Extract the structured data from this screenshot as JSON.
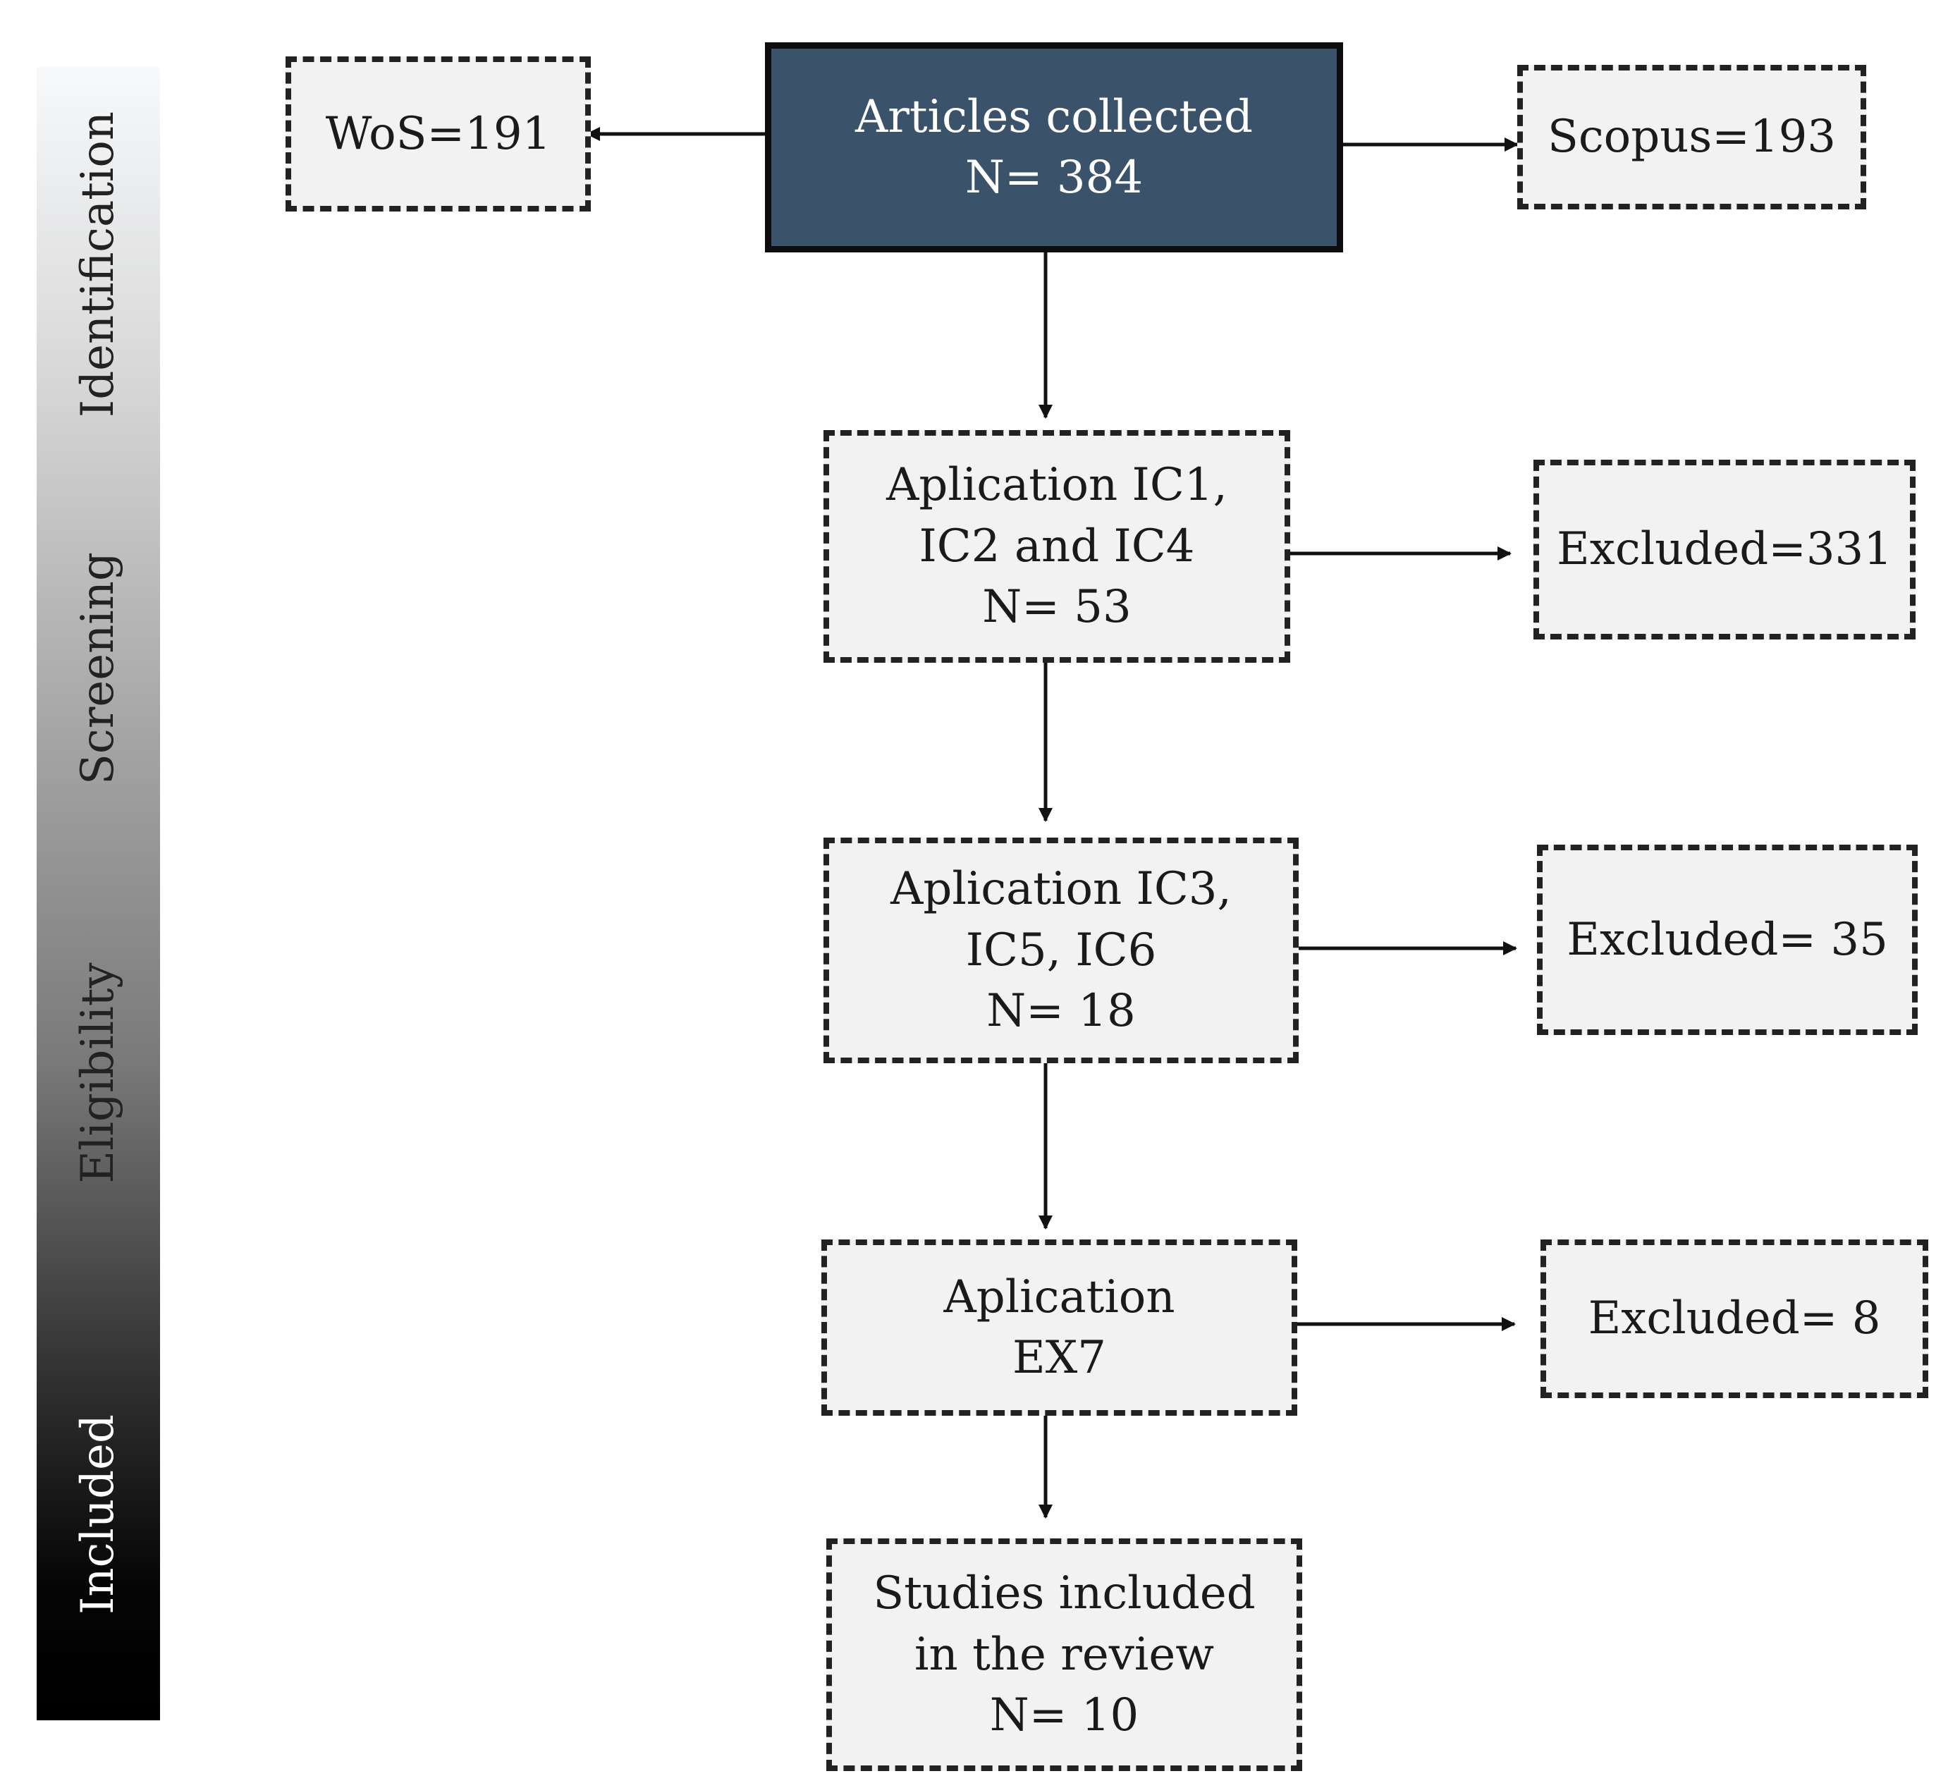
{
  "stages": [
    {
      "label": "Identification"
    },
    {
      "label": "Screening"
    },
    {
      "label": "Eligibility"
    },
    {
      "label": "Included"
    }
  ],
  "boxes": {
    "wos": {
      "lines": [
        "WoS=191"
      ]
    },
    "articles": {
      "lines": [
        "Articles collected",
        "N= 384"
      ]
    },
    "scopus": {
      "lines": [
        "Scopus=193"
      ]
    },
    "step1": {
      "lines": [
        "Aplication IC1,",
        "IC2 and IC4",
        "N= 53"
      ]
    },
    "excluded1": {
      "lines": [
        "Excluded=331"
      ]
    },
    "step2": {
      "lines": [
        "Aplication IC3,",
        "IC5, IC6",
        "N= 18"
      ]
    },
    "excluded2": {
      "lines": [
        "Excluded= 35"
      ]
    },
    "step3": {
      "lines": [
        "Aplication",
        "EX7"
      ]
    },
    "excluded3": {
      "lines": [
        "Excluded= 8"
      ]
    },
    "included": {
      "lines": [
        "Studies included",
        "in the review",
        "N= 10"
      ]
    }
  },
  "colors": {
    "main_box_fill": "#3a536b",
    "box_fill": "#f2f2f2",
    "border": "#222222"
  }
}
